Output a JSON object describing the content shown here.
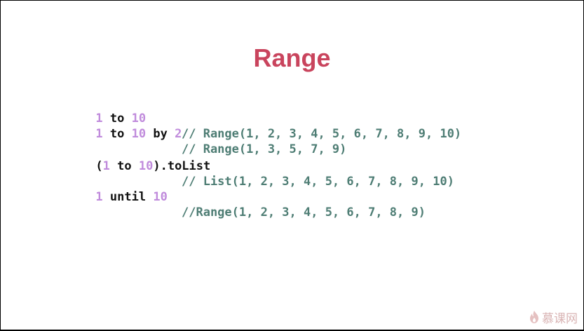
{
  "slide": {
    "title": "Range",
    "lines": [
      {
        "parts": [
          {
            "t": "1",
            "c": "num"
          },
          {
            "t": " to ",
            "c": "kw"
          },
          {
            "t": "10",
            "c": "num"
          }
        ],
        "comment": "// Range(1, 2, 3, 4, 5, 6, 7, 8, 9, 10)"
      },
      {
        "parts": [
          {
            "t": "1",
            "c": "num"
          },
          {
            "t": " to ",
            "c": "kw"
          },
          {
            "t": "10",
            "c": "num"
          },
          {
            "t": " by ",
            "c": "kw"
          },
          {
            "t": "2",
            "c": "num"
          }
        ],
        "comment": "// Range(1, 3, 5, 7, 9)"
      },
      {
        "parts": [
          {
            "t": "(",
            "c": "kw"
          },
          {
            "t": "1",
            "c": "num"
          },
          {
            "t": " to ",
            "c": "kw"
          },
          {
            "t": "10",
            "c": "num"
          },
          {
            "t": ").toList",
            "c": "kw"
          }
        ],
        "comment": "// List(1, 2, 3, 4, 5, 6, 7, 8, 9, 10)"
      },
      {
        "parts": [
          {
            "t": "1",
            "c": "num"
          },
          {
            "t": " until ",
            "c": "kw"
          },
          {
            "t": "10",
            "c": "num"
          }
        ],
        "comment": "//Range(1, 2, 3, 4, 5, 6, 7, 8, 9)"
      }
    ]
  },
  "watermark": {
    "text": "慕课网",
    "icon": "flame-logo-icon",
    "color": "#d9b4b4"
  },
  "colors": {
    "title": "#c9445d",
    "number": "#c08bdc",
    "keyword": "#111111",
    "comment": "#4e7d74",
    "background": "#ffffff"
  }
}
